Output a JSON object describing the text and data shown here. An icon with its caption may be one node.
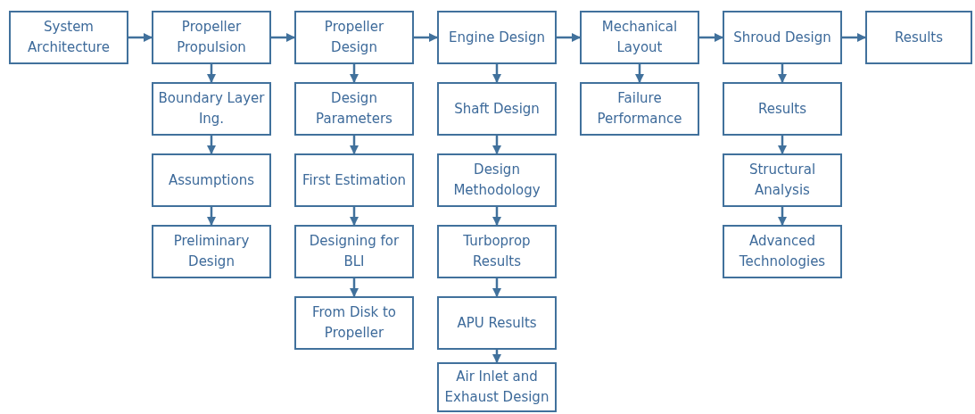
{
  "diagram": {
    "nodes": [
      {
        "text": [
          "System Architecture"
        ]
      },
      {
        "text": [
          "Propeller Propulsion"
        ]
      },
      {
        "text": [
          "Boundary Layer Ing."
        ]
      },
      {
        "text": [
          "Assumptions"
        ]
      },
      {
        "text": [
          "Preliminary Design"
        ]
      },
      {
        "text": [
          "Propeller Design"
        ]
      },
      {
        "text": [
          "Design Parameters"
        ]
      },
      {
        "text": [
          "First Estimation"
        ]
      },
      {
        "text": [
          "Designing for BLI"
        ]
      },
      {
        "text": [
          "From Disk to Propeller"
        ]
      },
      {
        "text": [
          "Engine Design"
        ]
      },
      {
        "text": [
          "Shaft Design"
        ]
      },
      {
        "text": [
          "Design Methodology"
        ]
      },
      {
        "text": [
          "Turboprop Results"
        ]
      },
      {
        "text": [
          "APU Results"
        ]
      },
      {
        "text": [
          "Air Inlet and Exhaust Design"
        ]
      },
      {
        "text": [
          "Mechanical Layout"
        ]
      },
      {
        "text": [
          "Failure Performance"
        ]
      },
      {
        "text": [
          "Shroud Design"
        ]
      },
      {
        "text": [
          "Results"
        ]
      },
      {
        "text": [
          "Structural Analysis"
        ]
      },
      {
        "text": [
          "Advanced Technologies"
        ]
      },
      {
        "text": [
          "Results"
        ]
      }
    ],
    "edges": [
      {
        "from": 0,
        "to": 1,
        "arrow": "to"
      },
      {
        "from": 1,
        "to": 5,
        "arrow": "to"
      },
      {
        "from": 5,
        "to": 10,
        "arrow": "to"
      },
      {
        "from": 10,
        "to": 16,
        "arrow": "to"
      },
      {
        "from": 16,
        "to": 18,
        "arrow": "to"
      },
      {
        "from": 18,
        "to": 22,
        "arrow": "to"
      },
      {
        "from": 1,
        "to": 2,
        "arrow": "to"
      },
      {
        "from": 2,
        "to": 3,
        "arrow": "to"
      },
      {
        "from": 3,
        "to": 4,
        "arrow": "to"
      },
      {
        "from": 5,
        "to": 6,
        "arrow": "to"
      },
      {
        "from": 6,
        "to": 7,
        "arrow": "to"
      },
      {
        "from": 7,
        "to": 8,
        "arrow": "to"
      },
      {
        "from": 8,
        "to": 9,
        "arrow": "to"
      },
      {
        "from": 10,
        "to": 11,
        "arrow": "to"
      },
      {
        "from": 11,
        "to": 12,
        "arrow": "to"
      },
      {
        "from": 12,
        "to": 13,
        "arrow": "to"
      },
      {
        "from": 13,
        "to": 14,
        "arrow": "to"
      },
      {
        "from": 14,
        "to": 15,
        "arrow": "to"
      },
      {
        "from": 16,
        "to": 17,
        "arrow": "to"
      },
      {
        "from": 18,
        "to": 19,
        "arrow": "to"
      },
      {
        "from": 19,
        "to": 20,
        "arrow": "to"
      },
      {
        "from": 20,
        "to": 21,
        "arrow": "to"
      }
    ]
  }
}
